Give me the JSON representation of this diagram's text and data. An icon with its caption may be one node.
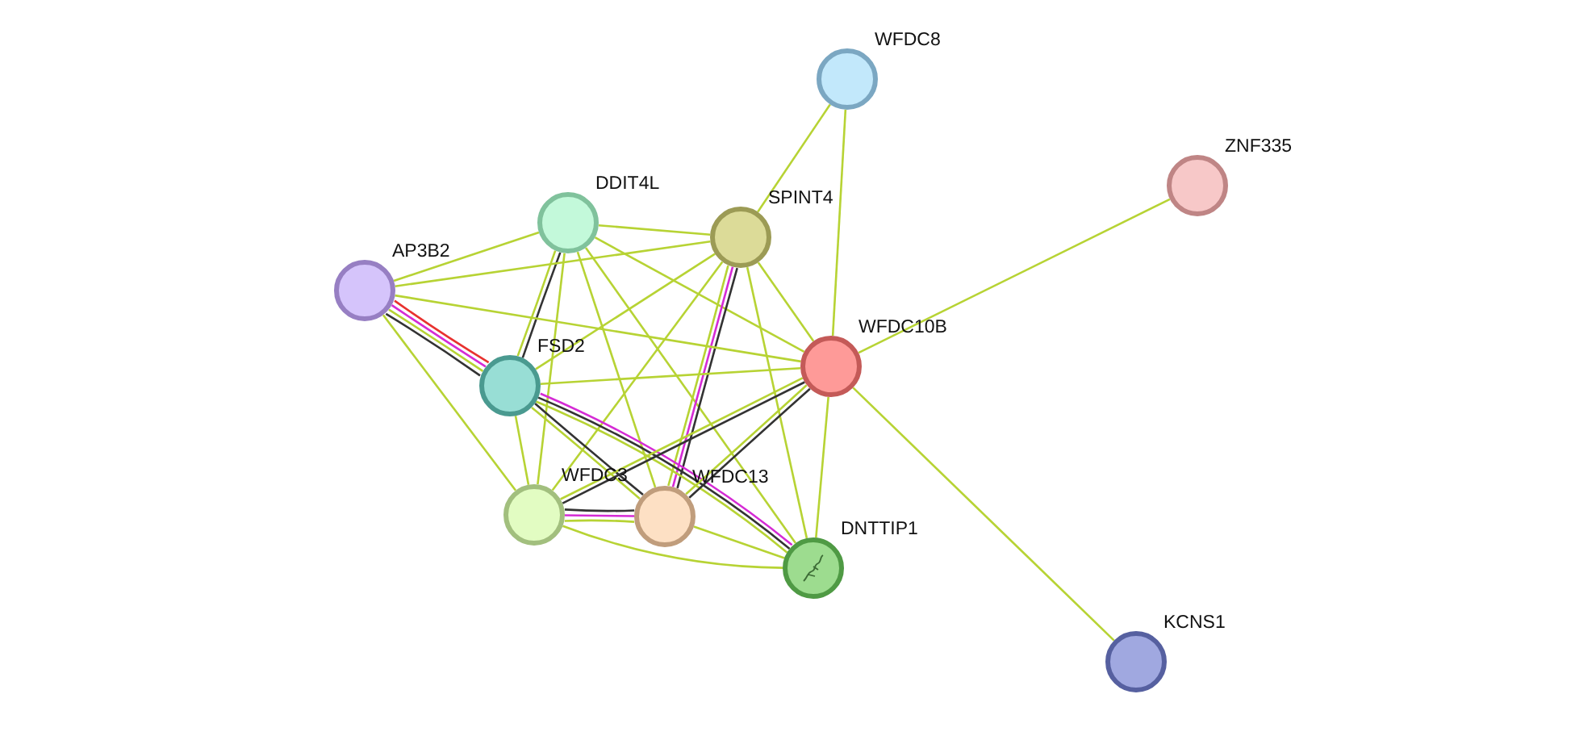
{
  "diagram": {
    "nodes": [
      {
        "text": [
          "WFDC8"
        ]
      },
      {
        "text": [
          "ZNF335"
        ]
      },
      {
        "text": [
          "DDIT4L"
        ]
      },
      {
        "text": [
          "SPINT4"
        ]
      },
      {
        "text": [
          "AP3B2"
        ]
      },
      {
        "text": [
          "WFDC10B"
        ]
      },
      {
        "text": [
          "FSD2"
        ]
      },
      {
        "text": [
          "WFDC3"
        ]
      },
      {
        "text": [
          "WFDC13"
        ]
      },
      {
        "text": [
          "DNTTIP1"
        ]
      },
      {
        "text": [
          "KCNS1"
        ]
      }
    ],
    "edges": [
      {
        "from": 0,
        "to": 3,
        "arrow": "none"
      },
      {
        "from": 0,
        "to": 5,
        "arrow": "none"
      },
      {
        "from": 1,
        "to": 5,
        "arrow": "none"
      },
      {
        "from": 5,
        "to": 10,
        "arrow": "none"
      },
      {
        "from": 2,
        "to": 3,
        "arrow": "none"
      },
      {
        "from": 2,
        "to": 4,
        "arrow": "none"
      },
      {
        "from": 2,
        "to": 6,
        "arrow": "none",
        "color": "#333333"
      },
      {
        "from": 2,
        "to": 6,
        "arrow": "none"
      },
      {
        "from": 2,
        "to": 7,
        "arrow": "none"
      },
      {
        "from": 2,
        "to": 8,
        "arrow": "none"
      },
      {
        "from": 2,
        "to": 9,
        "arrow": "none"
      },
      {
        "from": 2,
        "to": 5,
        "arrow": "none"
      },
      {
        "from": 3,
        "to": 4,
        "arrow": "none"
      },
      {
        "from": 3,
        "to": 6,
        "arrow": "none"
      },
      {
        "from": 3,
        "to": 7,
        "arrow": "none"
      },
      {
        "from": 3,
        "to": 8,
        "arrow": "none",
        "color": "#333333"
      },
      {
        "from": 3,
        "to": 8,
        "arrow": "none",
        "color": "#d52bd5"
      },
      {
        "from": 3,
        "to": 8,
        "arrow": "none"
      },
      {
        "from": 3,
        "to": 9,
        "arrow": "none"
      },
      {
        "from": 3,
        "to": 5,
        "arrow": "none"
      },
      {
        "from": 4,
        "to": 5,
        "arrow": "none"
      },
      {
        "from": 4,
        "to": 6,
        "arrow": "none",
        "color": "#e8322f"
      },
      {
        "from": 4,
        "to": 6,
        "arrow": "none",
        "color": "#d52bd5"
      },
      {
        "from": 4,
        "to": 6,
        "arrow": "none"
      },
      {
        "from": 4,
        "to": 6,
        "arrow": "none",
        "color": "#333333"
      },
      {
        "from": 4,
        "to": 7,
        "arrow": "none"
      },
      {
        "from": 6,
        "to": 9,
        "arrow": "none",
        "color": "#d52bd5"
      },
      {
        "from": 6,
        "to": 9,
        "arrow": "none",
        "color": "#333333"
      },
      {
        "from": 6,
        "to": 9,
        "arrow": "none"
      },
      {
        "from": 6,
        "to": 8,
        "arrow": "none",
        "color": "#333333"
      },
      {
        "from": 6,
        "to": 8,
        "arrow": "none"
      },
      {
        "from": 5,
        "to": 6,
        "arrow": "none"
      },
      {
        "from": 5,
        "to": 7,
        "arrow": "none",
        "color": "#333333"
      },
      {
        "from": 5,
        "to": 7,
        "arrow": "none"
      },
      {
        "from": 5,
        "to": 8,
        "arrow": "none",
        "color": "#333333"
      },
      {
        "from": 5,
        "to": 8,
        "arrow": "none"
      },
      {
        "from": 5,
        "to": 9,
        "arrow": "none"
      },
      {
        "from": 6,
        "to": 7,
        "arrow": "none"
      },
      {
        "from": 7,
        "to": 8,
        "arrow": "none",
        "color": "#333333"
      },
      {
        "from": 7,
        "to": 8,
        "arrow": "none",
        "color": "#d52bd5"
      },
      {
        "from": 7,
        "to": 8,
        "arrow": "none"
      },
      {
        "from": 7,
        "to": 9,
        "arrow": "none"
      },
      {
        "from": 8,
        "to": 9,
        "arrow": "none"
      }
    ]
  }
}
